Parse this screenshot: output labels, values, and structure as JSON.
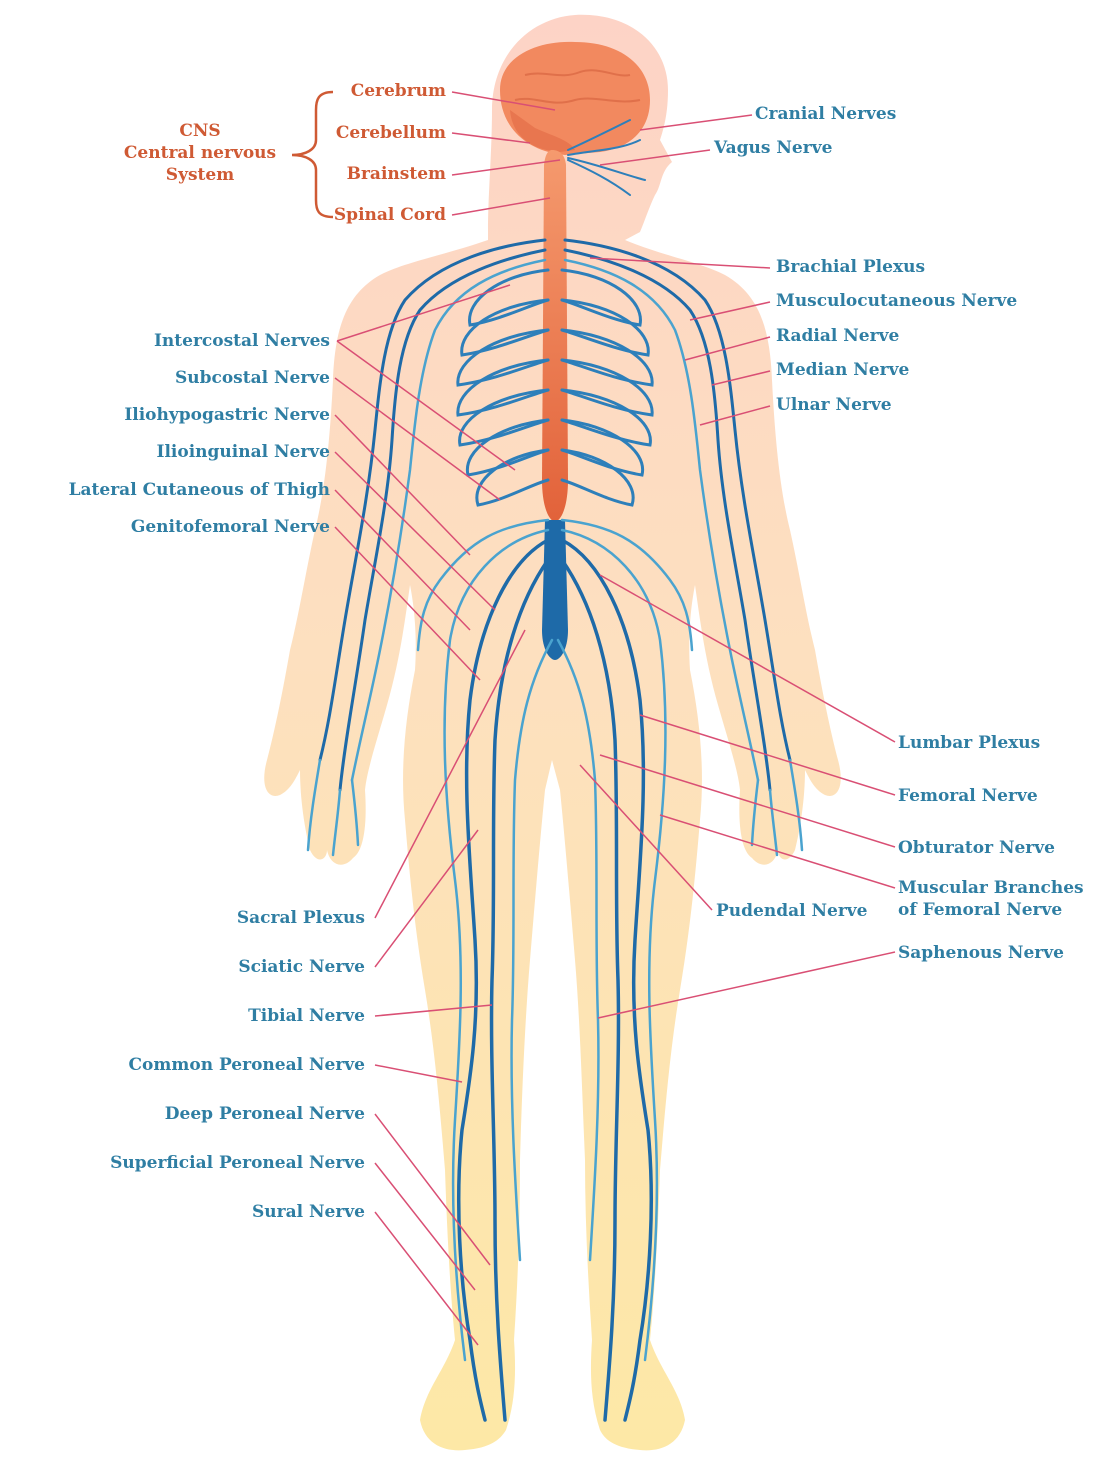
{
  "colors": {
    "nerve_label": "#2f7ea3",
    "cns_label": "#cf5a34",
    "leader_line": "#d94f74",
    "skin_upper": "#fdd3c6",
    "skin_lower": "#fde8a6",
    "brain": "#f2895f",
    "spinal_cord": "#e86a40",
    "nerve_dark": "#1e6aa8",
    "nerve_light": "#4aa3cf"
  },
  "cns": {
    "group_line1": "CNS",
    "group_line2": "Central nervous",
    "group_line3": "System",
    "cerebrum": "Cerebrum",
    "cerebellum": "Cerebellum",
    "brainstem": "Brainstem",
    "spinal_cord": "Spinal Cord"
  },
  "right_labels": {
    "cranial_nerves": "Cranial Nerves",
    "vagus_nerve": "Vagus Nerve",
    "brachial_plexus": "Brachial Plexus",
    "musculocutaneous_nerve": "Musculocutaneous Nerve",
    "radial_nerve": "Radial Nerve",
    "median_nerve": "Median Nerve",
    "ulnar_nerve": "Ulnar Nerve",
    "lumbar_plexus": "Lumbar Plexus",
    "femoral_nerve": "Femoral Nerve",
    "obturator_nerve": "Obturator Nerve",
    "muscular_branches_line1": "Muscular Branches",
    "muscular_branches_line2": "of Femoral Nerve",
    "pudendal_nerve": "Pudendal Nerve",
    "saphenous_nerve": "Saphenous Nerve"
  },
  "left_labels": {
    "intercostal_nerves": "Intercostal Nerves",
    "subcostal_nerve": "Subcostal Nerve",
    "iliohypogastric_nerve": "Iliohypogastric Nerve",
    "ilioinguinal_nerve": "Ilioinguinal Nerve",
    "lateral_cutaneous_thigh": "Lateral Cutaneous of Thigh",
    "genitofemoral_nerve": "Genitofemoral Nerve",
    "sacral_plexus": "Sacral Plexus",
    "sciatic_nerve": "Sciatic Nerve",
    "tibial_nerve": "Tibial Nerve",
    "common_peroneal_nerve": "Common Peroneal Nerve",
    "deep_peroneal_nerve": "Deep Peroneal Nerve",
    "superficial_peroneal_nerve": "Superficial Peroneal Nerve",
    "sural_nerve": "Sural Nerve"
  }
}
